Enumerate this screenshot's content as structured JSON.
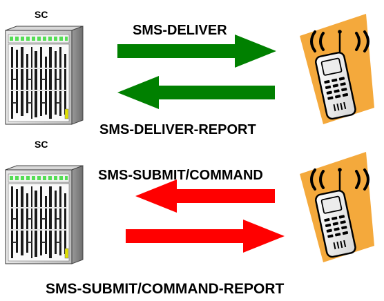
{
  "diagram": {
    "sections": [
      {
        "node_label": "SC",
        "messages": [
          {
            "label": "SMS-DELIVER",
            "direction": "sc-to-ms",
            "color": "#008000"
          },
          {
            "label": "SMS-DELIVER-REPORT",
            "direction": "ms-to-sc",
            "color": "#008000"
          }
        ]
      },
      {
        "node_label": "SC",
        "messages": [
          {
            "label": "SMS-SUBMIT/COMMAND",
            "direction": "ms-to-sc",
            "color": "#ff0000"
          },
          {
            "label": "SMS-SUBMIT/COMMAND-REPORT",
            "direction": "sc-to-ms",
            "color": "#ff0000"
          }
        ]
      }
    ],
    "icons": {
      "service_centre": "server-rack-icon",
      "mobile": "mobile-phone-icon"
    },
    "colors": {
      "deliver_arrows": "#008000",
      "submit_arrows": "#ff0000",
      "phone_background": "#f4a93c",
      "text": "#000000"
    }
  }
}
